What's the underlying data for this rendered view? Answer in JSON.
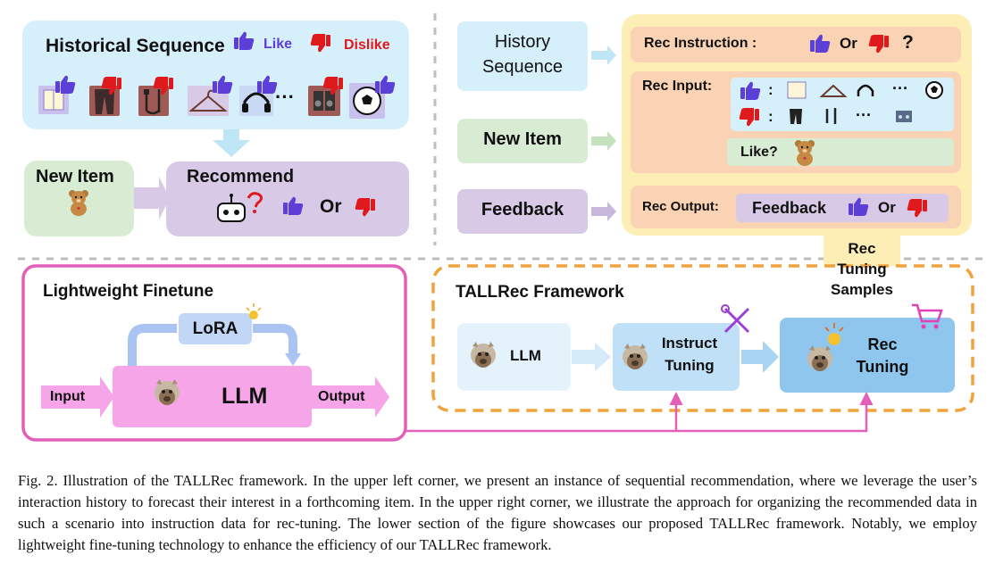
{
  "historical": {
    "title": "Historical Sequence",
    "like": "Like",
    "dislike": "Dislike",
    "ellipsis": "···"
  },
  "new_item_left": "New Item",
  "recommend": {
    "title": "Recommend",
    "or": "Or"
  },
  "inputs": {
    "history_line1": "History",
    "history_line2": "Sequence",
    "new_item": "New Item",
    "feedback": "Feedback"
  },
  "rec_panel": {
    "instruction_label": "Rec Instruction :",
    "instruction_or": "Or",
    "instruction_q": "?",
    "input_label": "Rec Input:",
    "colon1": ":",
    "colon2": ":",
    "ellipsis1": "···",
    "ellipsis2": "···",
    "like_q": "Like?",
    "output_label": "Rec Output:",
    "output_feedback": "Feedback",
    "output_or": "Or"
  },
  "tuning_samples": {
    "line1": "Rec",
    "line2": "Tuning",
    "line3": "Samples"
  },
  "lightweight": {
    "title": "Lightweight Finetune",
    "lora": "LoRA",
    "llm": "LLM",
    "input": "Input",
    "output": "Output"
  },
  "tallrec": {
    "title": "TALLRec Framework",
    "llm": "LLM",
    "instruct_line1": "Instruct",
    "instruct_line2": "Tuning",
    "rec_line1": "Rec",
    "rec_line2": "Tuning"
  },
  "caption": "Fig. 2.  Illustration of the TALLRec framework. In the upper left corner, we present an instance of sequential recommendation, where we leverage the user’s interaction history to forecast their interest in a forthcoming item. In the upper right corner, we illustrate the approach for organizing the recommended data in such a scenario into instruction data for rec-tuning. The lower section of the figure showcases our proposed TALLRec framework. Notably, we employ lightweight fine-tuning technology to enhance the efficiency of our TALLRec framework.",
  "colors": {
    "blue_panel": "#d6f0fb",
    "green": "#d8ecd3",
    "purple": "#d8c9e6",
    "peach": "#fad3b4",
    "yellow": "#fdeeb6",
    "pink": "#e45fb9",
    "orange": "#f2a23a",
    "like": "#5b3fd6",
    "dislike": "#e0191d"
  }
}
